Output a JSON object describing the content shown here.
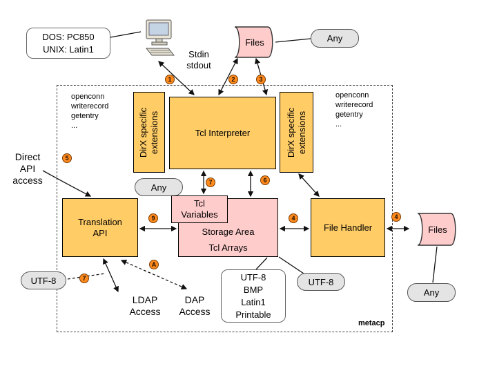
{
  "colors": {
    "orange_box": "#FFCC66",
    "pink_box": "#FFCCCC",
    "gray_callout": "#E4E4E4",
    "white_callout": "#FFFFFF",
    "badge_fill": "#FF8A1E",
    "badge_border": "#7A3C00"
  },
  "icons": {
    "computer": "desktop-computer"
  },
  "top": {
    "dos_callout": [
      "DOS: PC850",
      "UNIX: Latin1"
    ],
    "stdin_label": [
      "Stdin",
      "stdout"
    ],
    "files_label": "Files",
    "any_label": "Any"
  },
  "core": {
    "api_calls_left": [
      "openconn",
      "writerecord",
      "getentry",
      "..."
    ],
    "api_calls_right": [
      "openconn",
      "writerecord",
      "getentry",
      "..."
    ],
    "dirx_left": [
      "DirX specific",
      "extensions"
    ],
    "dirx_right": [
      "DirX specific",
      "extensions"
    ],
    "interpreter": "Tcl Interpreter",
    "any_mid": "Any",
    "tcl_variables": [
      "Tcl",
      "Variables"
    ],
    "storage_area": "Storage Area",
    "tcl_arrays": "Tcl Arrays",
    "translation_api": [
      "Translation",
      "API"
    ],
    "file_handler": "File Handler",
    "metacp": "metacp"
  },
  "left": {
    "direct_api": [
      "Direct",
      "API",
      "access"
    ],
    "utf8": "UTF-8"
  },
  "bottom": {
    "ldap": [
      "LDAP",
      "Access"
    ],
    "dap": [
      "DAP",
      "Access"
    ],
    "utf8_bmp": [
      "UTF-8",
      "BMP",
      "Latin1",
      "Printable"
    ],
    "utf8_right": "UTF-8",
    "files_label": "Files",
    "any_label": "Any"
  },
  "badges": [
    "1",
    "2",
    "3",
    "5",
    "7",
    "6",
    "9",
    "4",
    "4",
    "A",
    "7"
  ]
}
